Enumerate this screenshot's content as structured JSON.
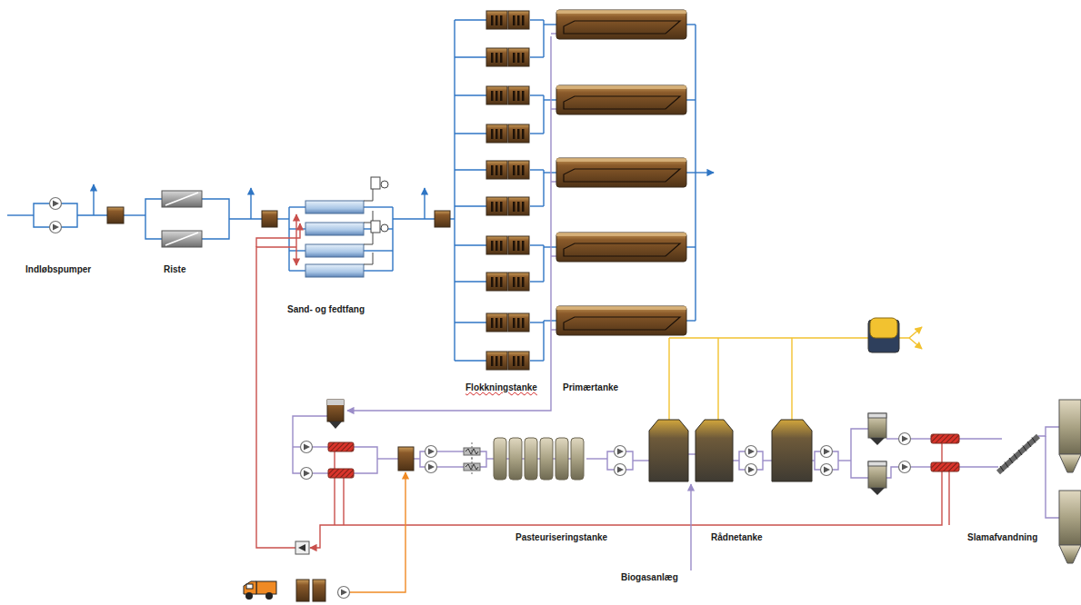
{
  "diagram": {
    "labels": [
      "Indløbspumper",
      "Riste",
      "Sand- og fedtfang",
      "Flokkningstanke",
      "Primærtanke",
      "Pasteuriseringstanke",
      "Rådnetanke",
      "Slamafvandning",
      "Biogasanlæg"
    ]
  }
}
